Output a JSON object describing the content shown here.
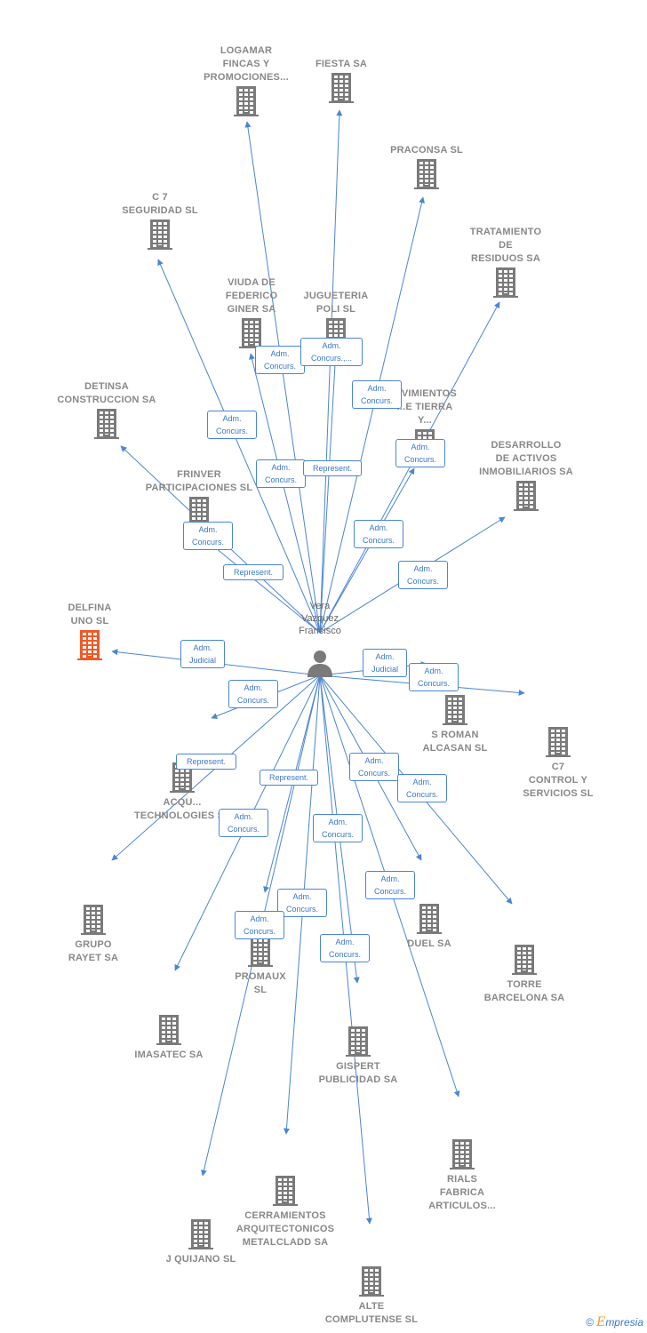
{
  "center": {
    "name": "Vera\nVazquez\nFrancisco",
    "icon": "person-icon"
  },
  "colors": {
    "edge": "#4a86d4",
    "building": "#7a7a7a",
    "focus": "#f05a28"
  },
  "nodes": [
    {
      "label": "LOGAMAR\nFINCAS Y\nPROMOCIONES...",
      "focus": false
    },
    {
      "label": "FIESTA SA",
      "focus": false
    },
    {
      "label": "PRACONSA SL",
      "focus": false
    },
    {
      "label": "C 7\nSEGURIDAD SL",
      "focus": false
    },
    {
      "label": "TRATAMIENTO\nDE\nRESIDUOS SA",
      "focus": false
    },
    {
      "label": "VIUDA DE\nFEDERICO\nGINER SA",
      "focus": false
    },
    {
      "label": "JUGUETERIA\nPOLI SL",
      "focus": false
    },
    {
      "label": "...VIMIENTOS\n...E TIERRA\nY...",
      "focus": false
    },
    {
      "label": "DETINSA\nCONSTRUCCION SA",
      "focus": false
    },
    {
      "label": "DESARROLLO\nDE ACTIVOS\nINMOBILIARIOS SA",
      "focus": false
    },
    {
      "label": "FRINVER\nPARTICIPACIONES SL",
      "focus": false
    },
    {
      "label": "DELFINA\nUNO SL",
      "focus": true
    },
    {
      "label": "S ROMAN\nALCASAN SL",
      "focus": false
    },
    {
      "label": "C7\nCONTROL Y\nSERVICIOS SL",
      "focus": false
    },
    {
      "label": "ACQU...\nTECHNOLOGIES SL",
      "focus": false
    },
    {
      "label": "GRUPO\nRAYET SA",
      "focus": false
    },
    {
      "label": "DUEL SA",
      "focus": false
    },
    {
      "label": "TORRE\nBARCELONA SA",
      "focus": false
    },
    {
      "label": "PROMAUX\nSL",
      "focus": false
    },
    {
      "label": "IMASATEC SA",
      "focus": false
    },
    {
      "label": "GISPERT\nPUBLICIDAD SA",
      "focus": false
    },
    {
      "label": "RIALS\nFABRICA\nARTICULOS...",
      "focus": false
    },
    {
      "label": "CERRAMIENTOS\nARQUITECTONICOS\nMETALCLADD SA",
      "focus": false
    },
    {
      "label": "J QUIJANO SL",
      "focus": false
    },
    {
      "label": "ALTE\nCOMPLUTENSE SL",
      "focus": false
    }
  ],
  "edge_labels": [
    "Adm.\nConcurs.",
    "Adm.\nConcurs.,...",
    "Adm.\nConcurs.",
    "Adm.\nConcurs.",
    "Adm.\nConcurs.",
    "Adm.\nConcurs.",
    "Represent.",
    "Adm.\nConcurs.",
    "Adm.\nConcurs.",
    "Represent.",
    "Adm.\nConcurs.",
    "Adm.\nJudicial",
    "Adm.\nJudicial",
    "Adm.\nConcurs.",
    "Adm.\nConcurs.",
    "Represent.",
    "Represent.",
    "Adm.\nConcurs.",
    "Adm.\nConcurs.",
    "Adm.\nConcurs.",
    "Adm.\nConcurs.",
    "Adm.\nConcurs.",
    "Adm.\nConcurs.",
    "Adm.\nConcurs.",
    "Adm.\nConcurs."
  ],
  "footer": {
    "copyright": "©",
    "brand_first": "E",
    "brand_rest": "mpresia"
  }
}
